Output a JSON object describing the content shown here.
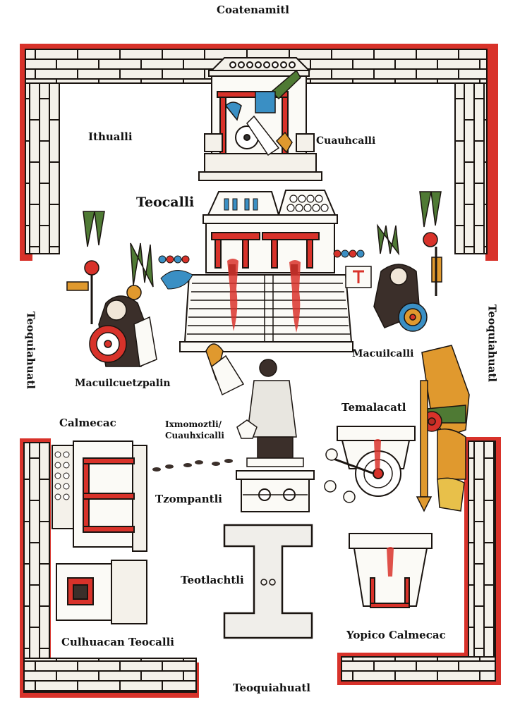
{
  "title": "Sacred precinct of Tenochtitlan (codex illustration)",
  "colors": {
    "wall_red": "#d8322a",
    "wall_fill": "#f4f1ea",
    "ink": "#1a1410",
    "blood": "#d9332b",
    "blue": "#3a8fc4",
    "green": "#4f7a34",
    "ochre": "#e0992e"
  },
  "labels": {
    "top_wall": "Coatenamitl",
    "courtyard": "Ithualli",
    "eagle_house": "Cuauhcalli",
    "main_temple": "Teocalli",
    "left_deity": "Macuilcuetzpalin",
    "right_deity": "Macuilcalli",
    "left_wall": "Teoquiahuatl",
    "right_wall": "Teoquiahuatl",
    "bottom_wall": "Teoquiahuatl",
    "priest_vessel_line1": "Ixmomoztli/",
    "priest_vessel_line2": "Cuauhxicalli",
    "sacrifice_stone": "Temalacatl",
    "school": "Calmecac",
    "skull_rack": "Tzompantli",
    "ball_court": "Teotlachtli",
    "culhuacan_temple": "Culhuacan Teocalli",
    "yopico_school": "Yopico Calmecac"
  }
}
